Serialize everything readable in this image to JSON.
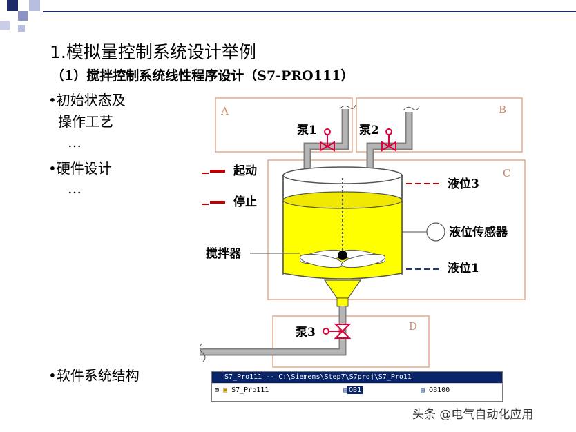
{
  "title": "1.模拟量控制系统设计举例",
  "subtitle": "（1）搅拌控制系统线性程序设计（S7-PRO111）",
  "bullets": {
    "initial_state": "•初始状态及",
    "operation": "操作工艺",
    "ellipsis1": "…",
    "hardware": "•硬件设计",
    "ellipsis2": "…",
    "software": "•软件系统结构"
  },
  "diagram": {
    "box_a": "A",
    "box_b": "B",
    "box_c": "C",
    "box_d": "D",
    "pump1": "泵1",
    "pump2": "泵2",
    "pump3": "泵3",
    "start": "起动",
    "stop": "停止",
    "agitator": "搅拌器",
    "level3": "液位3",
    "level_sensor": "液位传感器",
    "level1": "液位1"
  },
  "window": {
    "title": "S7_Pro111 -- C:\\Siemens\\Step7\\S7proj\\S7_Pro11",
    "tree_item": "S7_Pro111",
    "ob1": "OB1",
    "ob100": "OB100"
  },
  "watermark": "头条 @电气自动化应用",
  "colors": {
    "tank_fill": "#ffff00",
    "tank_stroke": "#555555",
    "pipe": "#a9a9a9",
    "valve": "#e0003c",
    "box_border": "#e7a98b",
    "dashes_red": "#c00000",
    "dashes_blue": "#1f3a7a"
  }
}
